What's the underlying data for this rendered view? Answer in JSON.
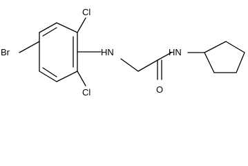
{
  "molecule": {
    "atoms": {
      "cl_top": "Cl",
      "cl_bottom": "Cl",
      "br": "Br",
      "nh_left": "HN",
      "nh_right": "HN",
      "o": "O"
    }
  }
}
